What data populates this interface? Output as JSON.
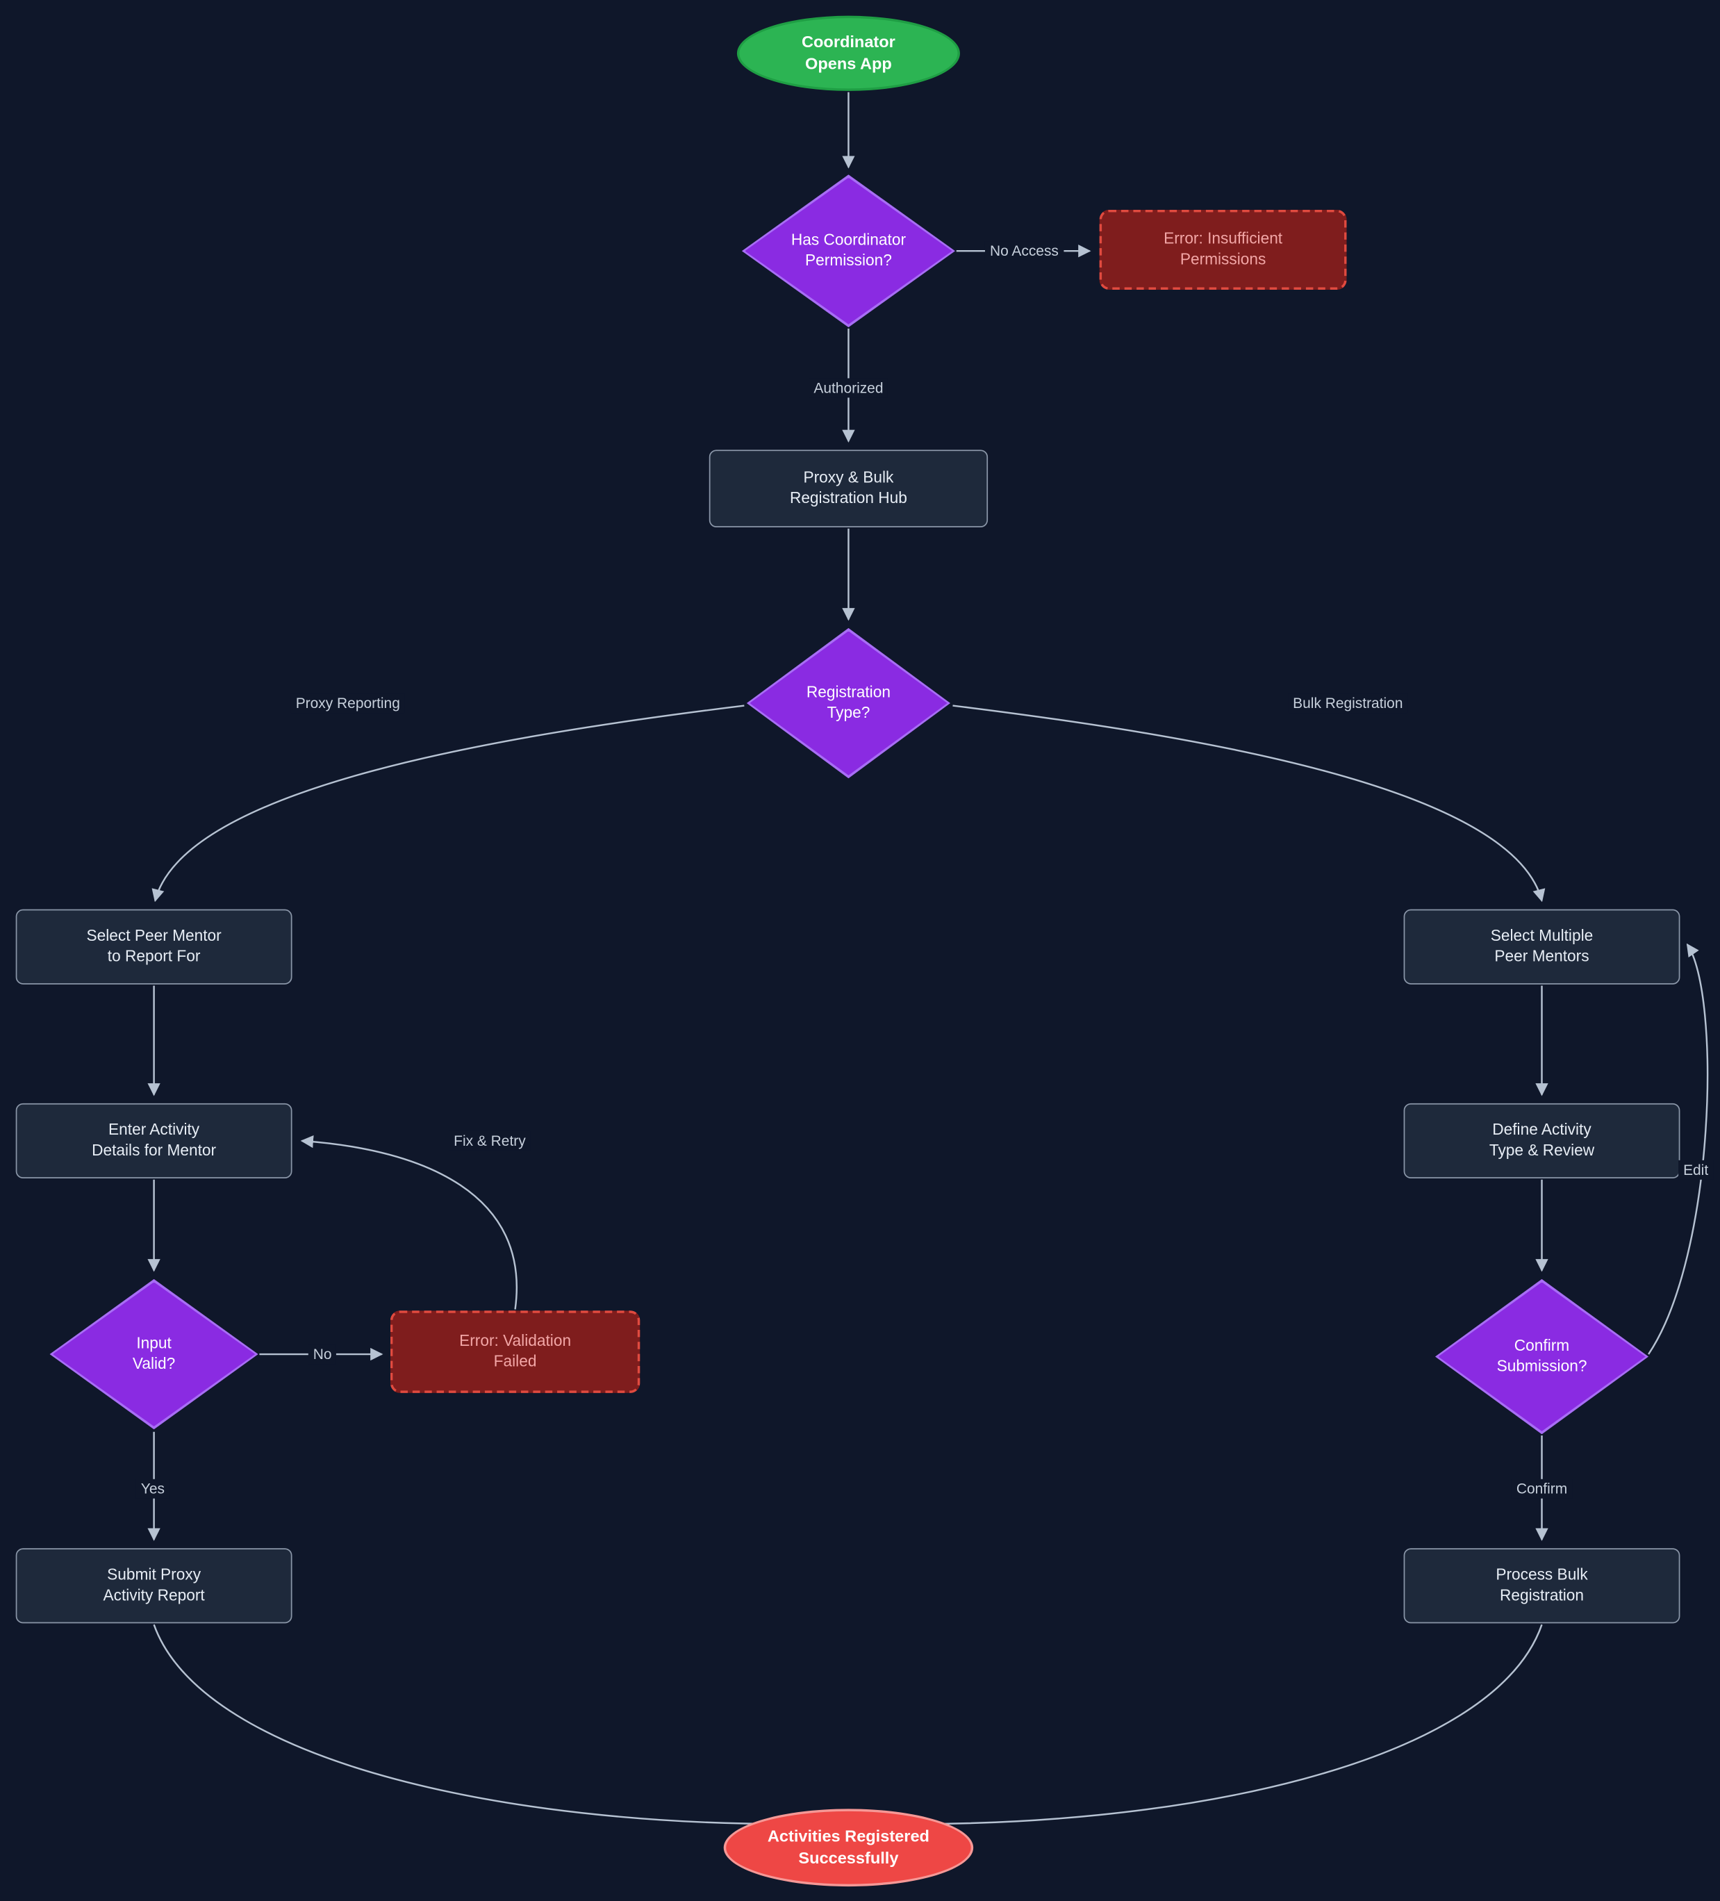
{
  "diagram": {
    "title": "Coordinator proxy and bulk registration flowchart",
    "colors": {
      "background": "#0f172a",
      "process_fill": "#1e293b",
      "process_border": "#8a96a8",
      "decision_fill": "#8a2be2",
      "decision_border": "#a86ef5",
      "start_fill": "#2cb453",
      "end_fill": "#ee4745",
      "error_fill": "#7f1d1d",
      "error_border": "#e04a3f",
      "edge_color": "#b6c2d2"
    },
    "nodes": {
      "start": {
        "label": "Coordinator\nOpens App"
      },
      "perm_check": {
        "label": "Has Coordinator\nPermission?"
      },
      "error_permissions": {
        "label": "Error: Insufficient\nPermissions"
      },
      "hub": {
        "label": "Proxy & Bulk\nRegistration Hub"
      },
      "reg_type": {
        "label": "Registration\nType?"
      },
      "select_mentor": {
        "label": "Select Peer Mentor\nto Report For"
      },
      "enter_details": {
        "label": "Enter Activity\nDetails for Mentor"
      },
      "input_valid": {
        "label": "Input\nValid?"
      },
      "error_validation": {
        "label": "Error: Validation\nFailed"
      },
      "submit_proxy": {
        "label": "Submit Proxy\nActivity Report"
      },
      "select_multiple": {
        "label": "Select Multiple\nPeer Mentors"
      },
      "define_activity": {
        "label": "Define Activity\nType & Review"
      },
      "confirm_submission": {
        "label": "Confirm\nSubmission?"
      },
      "process_bulk": {
        "label": "Process Bulk\nRegistration"
      },
      "end": {
        "label": "Activities Registered\nSuccessfully"
      }
    },
    "edge_labels": {
      "no_access": "No Access",
      "authorized": "Authorized",
      "proxy_reporting": "Proxy Reporting",
      "bulk_registration": "Bulk Registration",
      "no": "No",
      "fix_retry": "Fix & Retry",
      "yes": "Yes",
      "edit": "Edit",
      "confirm": "Confirm"
    }
  }
}
